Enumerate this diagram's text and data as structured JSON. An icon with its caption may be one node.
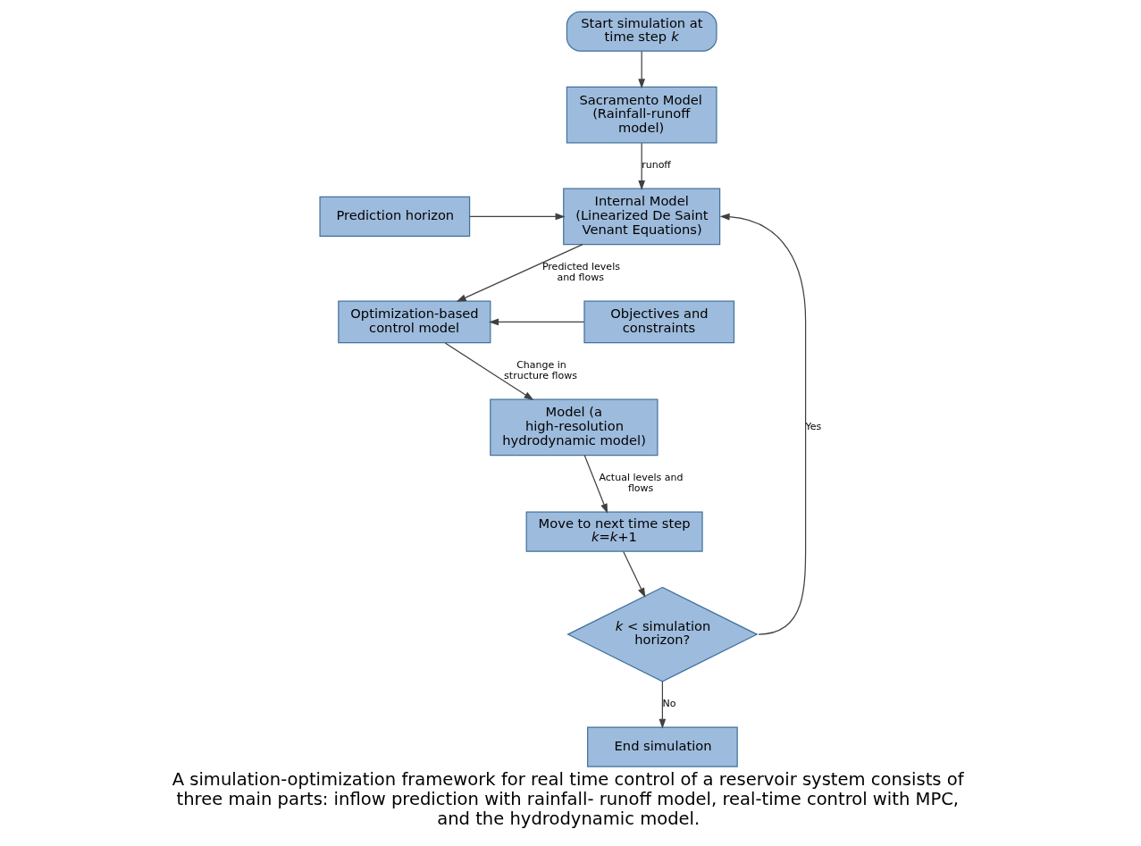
{
  "diagram": {
    "caption": "A simulation-optimization framework for real time control of a reservoir system consists of three main parts: inflow prediction with rainfall- runoff model, real-time control with MPC, and the hydrodynamic model.",
    "nodes": [
      {
        "text": [
          "Start simulation at time step *k*"
        ]
      },
      {
        "text": [
          "Sacramento Model (Rainfall-runoff model)"
        ]
      },
      {
        "text": [
          "Prediction horizon"
        ]
      },
      {
        "text": [
          "Internal Model (Linearized De Saint Venant Equations)"
        ]
      },
      {
        "text": [
          "Objectives and constraints"
        ]
      },
      {
        "text": [
          "Optimization-based control model"
        ]
      },
      {
        "text": [
          "Model (a high-resolution hydrodynamic model)"
        ]
      },
      {
        "text": [
          "Move to next time step *k*=*k*+1"
        ]
      },
      {
        "text": [
          "*k* < simulation horizon?"
        ]
      },
      {
        "text": [
          "End simulation"
        ]
      }
    ],
    "edges": [
      {
        "from": 0,
        "to": 1,
        "arrow": "to"
      },
      {
        "from": 1,
        "to": 3,
        "arrow": "to",
        "label": "runoff"
      },
      {
        "from": 2,
        "to": 3,
        "arrow": "to"
      },
      {
        "from": 3,
        "to": 5,
        "arrow": "to",
        "label": "Predicted levels and flows"
      },
      {
        "from": 4,
        "to": 5,
        "arrow": "to"
      },
      {
        "from": 5,
        "to": 6,
        "arrow": "to",
        "label": "Change in structure flows"
      },
      {
        "from": 6,
        "to": 7,
        "arrow": "to",
        "label": "Actual levels and flows"
      },
      {
        "from": 7,
        "to": 8,
        "arrow": "to"
      },
      {
        "from": 8,
        "to": 3,
        "arrow": "to",
        "label": "Yes"
      },
      {
        "from": 8,
        "to": 9,
        "arrow": "to",
        "label": "No"
      }
    ]
  }
}
